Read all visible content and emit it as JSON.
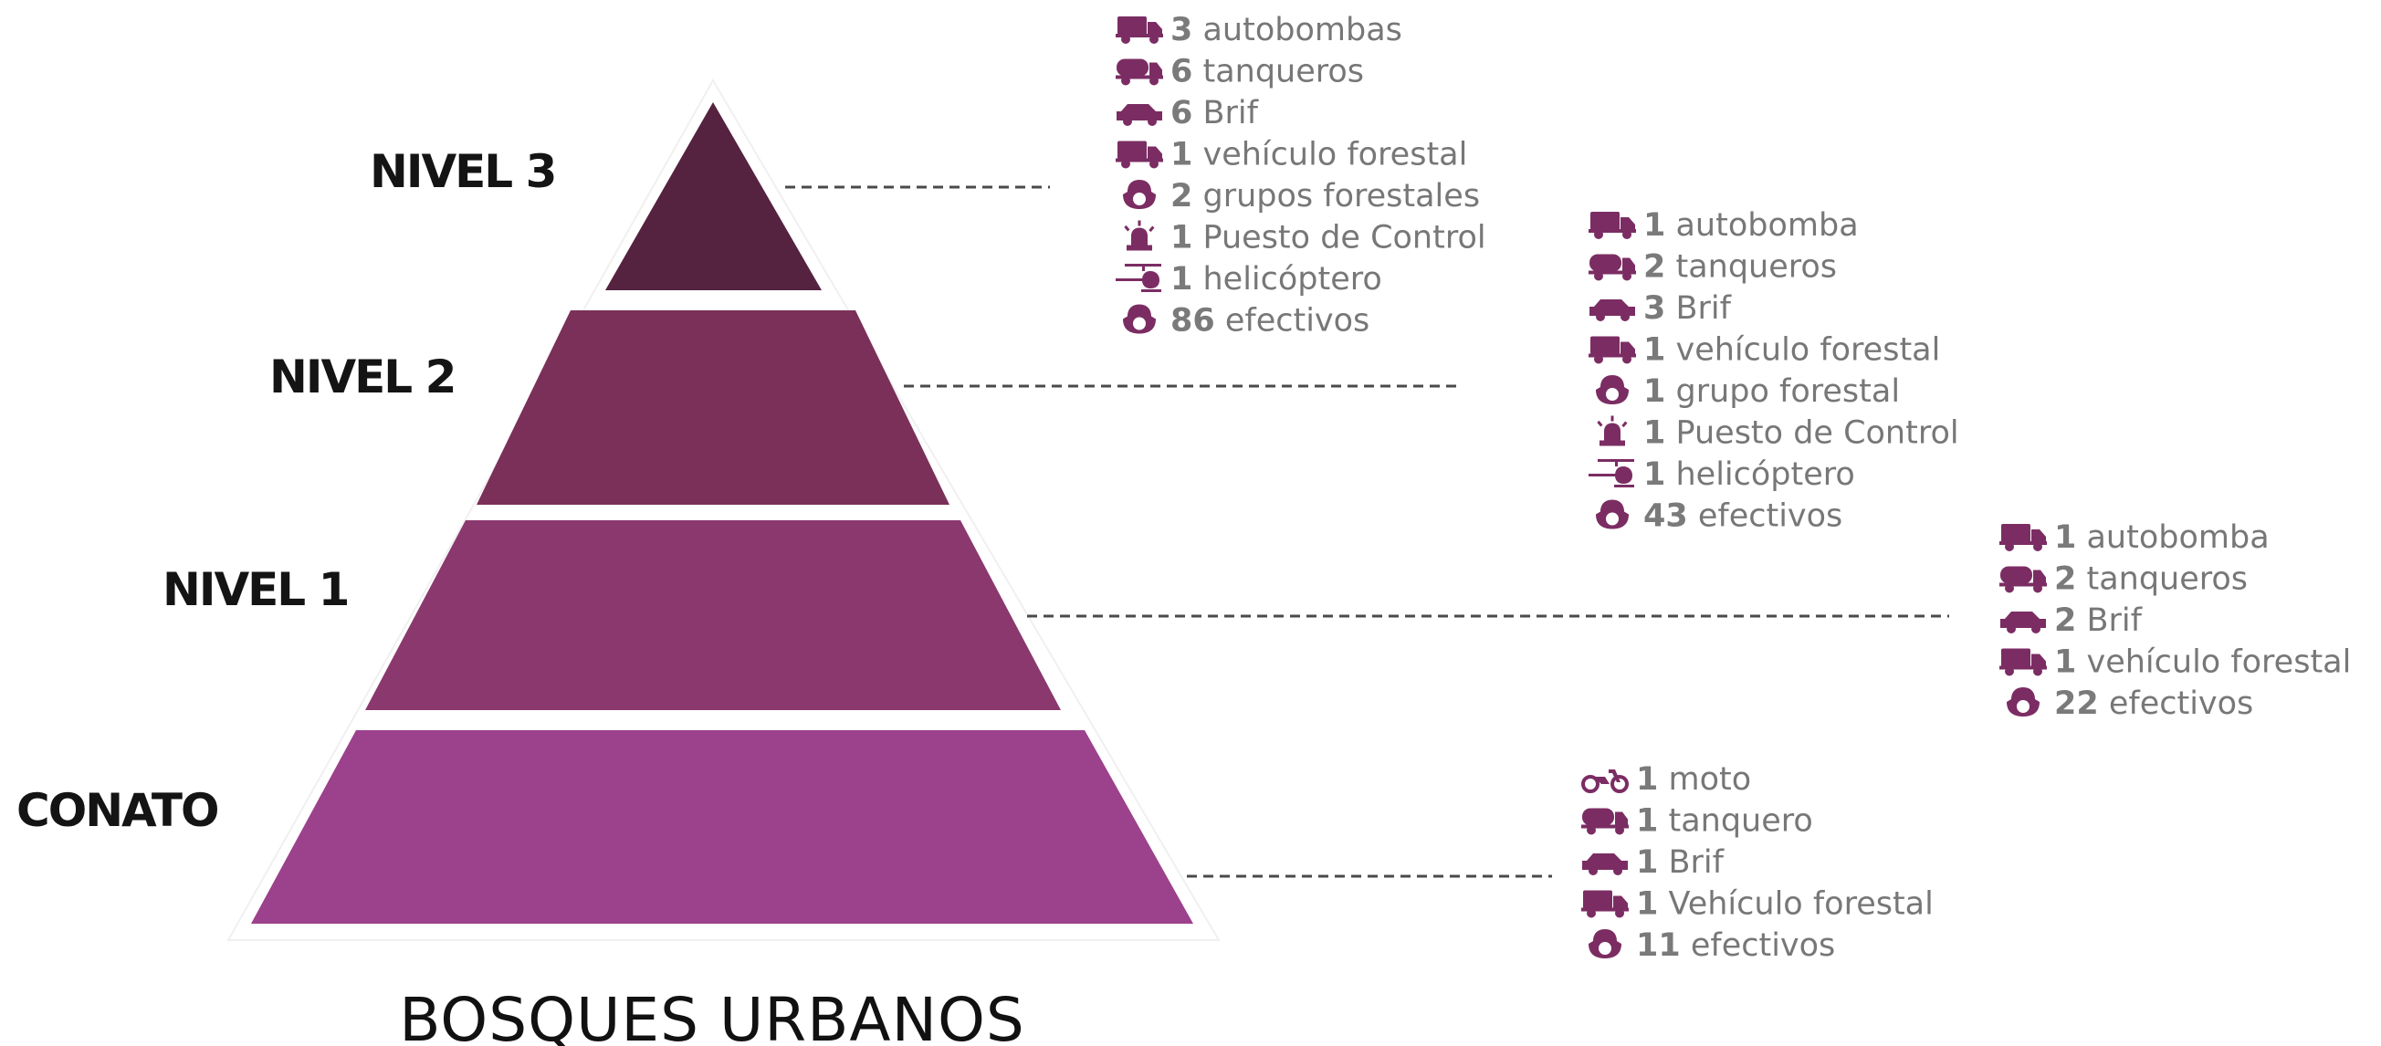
{
  "title": "BOSQUES URBANOS",
  "levels": [
    {
      "label": "NIVEL 3",
      "color": "#552240",
      "resources": [
        {
          "icon": "truck-icon",
          "qty": "3",
          "text": "autobombas"
        },
        {
          "icon": "tanker-icon",
          "qty": "6",
          "text": "tanqueros"
        },
        {
          "icon": "car-icon",
          "qty": "6",
          "text": "Brif"
        },
        {
          "icon": "truck-icon",
          "qty": "1",
          "text": "vehículo forestal"
        },
        {
          "icon": "firefighter-icon",
          "qty": "2",
          "text": "grupos forestales"
        },
        {
          "icon": "siren-icon",
          "qty": "1",
          "text": "Puesto de Control"
        },
        {
          "icon": "helicopter-icon",
          "qty": "1",
          "text": "helicóptero"
        },
        {
          "icon": "firefighter-icon",
          "qty": "86",
          "text": "efectivos"
        }
      ]
    },
    {
      "label": "NIVEL 2",
      "color": "#7a3058",
      "resources": [
        {
          "icon": "truck-icon",
          "qty": "1",
          "text": "autobomba"
        },
        {
          "icon": "tanker-icon",
          "qty": "2",
          "text": "tanqueros"
        },
        {
          "icon": "car-icon",
          "qty": "3",
          "text": "Brif"
        },
        {
          "icon": "truck-icon",
          "qty": "1",
          "text": "vehículo forestal"
        },
        {
          "icon": "firefighter-icon",
          "qty": "1",
          "text": "grupo forestal"
        },
        {
          "icon": "siren-icon",
          "qty": "1",
          "text": "Puesto de Control"
        },
        {
          "icon": "helicopter-icon",
          "qty": "1",
          "text": "helicóptero"
        },
        {
          "icon": "firefighter-icon",
          "qty": "43",
          "text": "efectivos"
        }
      ]
    },
    {
      "label": "NIVEL 1",
      "color": "#8a386e",
      "resources": [
        {
          "icon": "truck-icon",
          "qty": "1",
          "text": "autobomba"
        },
        {
          "icon": "tanker-icon",
          "qty": "2",
          "text": "tanqueros"
        },
        {
          "icon": "car-icon",
          "qty": "2",
          "text": "Brif"
        },
        {
          "icon": "truck-icon",
          "qty": "1",
          "text": "vehículo forestal"
        },
        {
          "icon": "firefighter-icon",
          "qty": "22",
          "text": "efectivos"
        }
      ]
    },
    {
      "label": "CONATO",
      "color": "#9c418c",
      "resources": [
        {
          "icon": "motorcycle-icon",
          "qty": "1",
          "text": "moto"
        },
        {
          "icon": "tanker-icon",
          "qty": "1",
          "text": "tanquero"
        },
        {
          "icon": "car-icon",
          "qty": "1",
          "text": "Brif"
        },
        {
          "icon": "truck-icon",
          "qty": "1",
          "text": "Vehículo forestal"
        },
        {
          "icon": "firefighter-icon",
          "qty": "11",
          "text": "efectivos"
        }
      ]
    }
  ]
}
